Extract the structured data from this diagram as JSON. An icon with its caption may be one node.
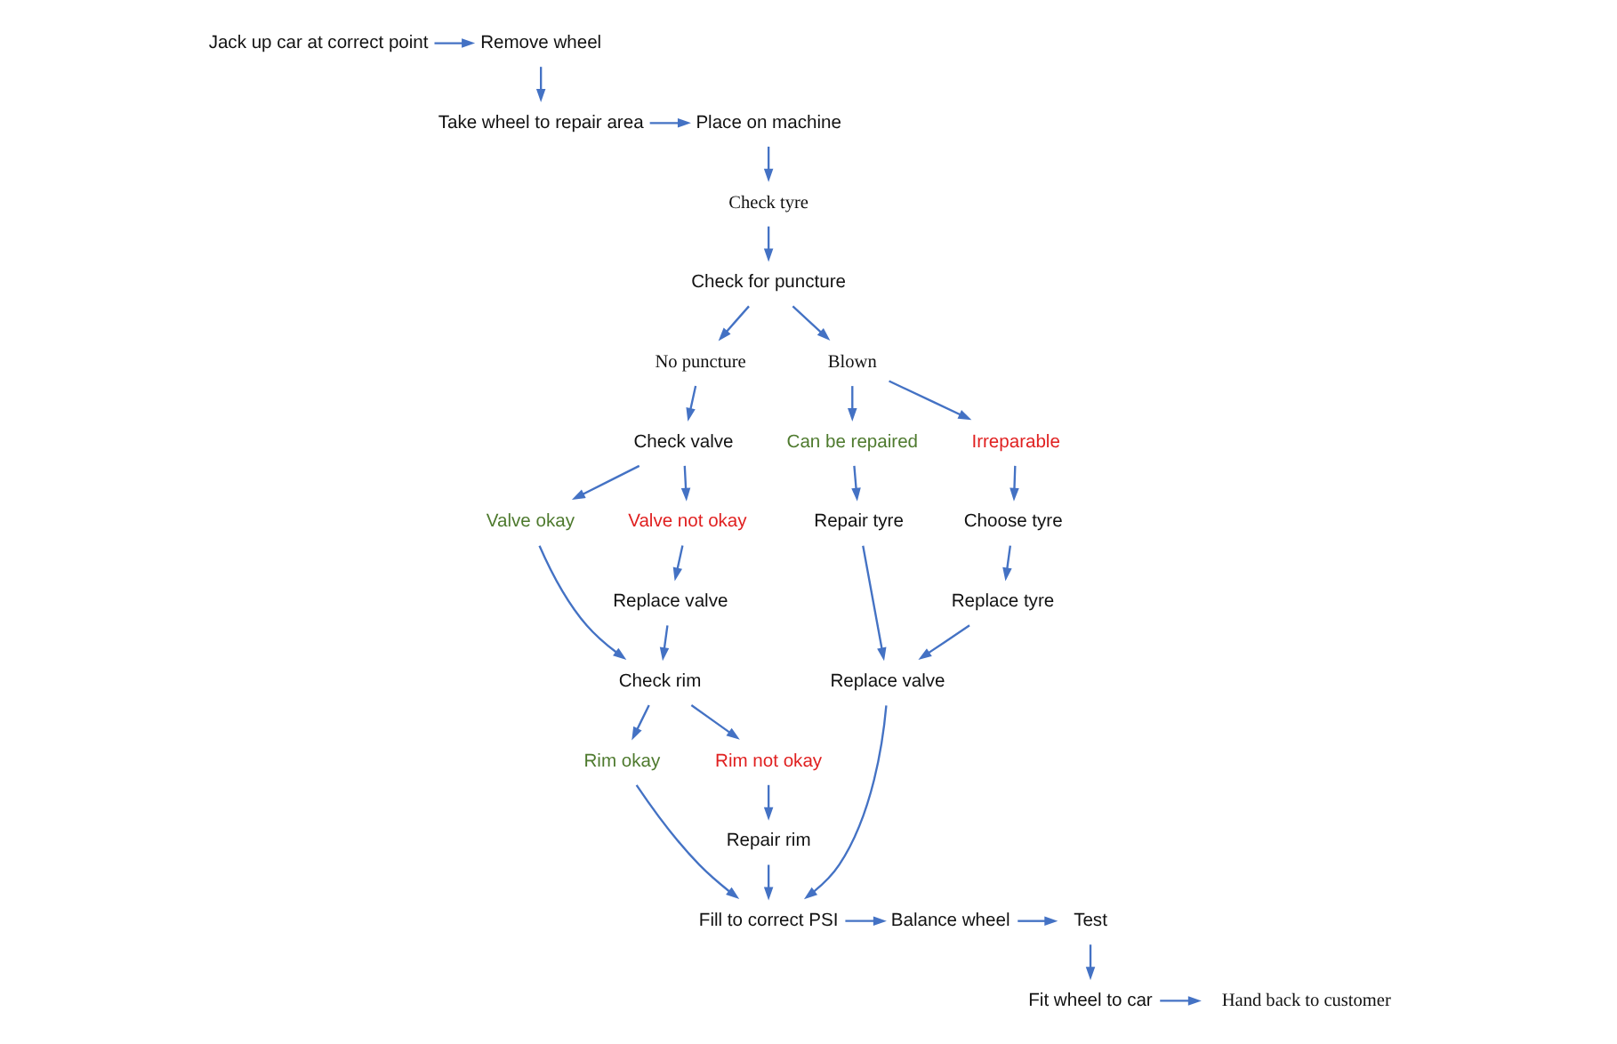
{
  "diagram": {
    "nodes": [
      {
        "text": [
          "Jack up car at correct point"
        ]
      },
      {
        "text": [
          "Remove wheel"
        ]
      },
      {
        "text": [
          "Take wheel to repair area"
        ]
      },
      {
        "text": [
          "Place on machine"
        ]
      },
      {
        "text": [
          "Check tyre"
        ]
      },
      {
        "text": [
          "Check for puncture"
        ]
      },
      {
        "text": [
          "No puncture"
        ]
      },
      {
        "text": [
          "Blown"
        ]
      },
      {
        "text": [
          "Check valve"
        ]
      },
      {
        "text": [
          "Can be repaired"
        ]
      },
      {
        "text": [
          "Irreparable"
        ]
      },
      {
        "text": [
          "Valve okay"
        ]
      },
      {
        "text": [
          "Valve not okay"
        ]
      },
      {
        "text": [
          "Repair tyre"
        ]
      },
      {
        "text": [
          "Choose tyre"
        ]
      },
      {
        "text": [
          "Replace valve"
        ]
      },
      {
        "text": [
          "Replace tyre"
        ]
      },
      {
        "text": [
          "Check rim"
        ]
      },
      {
        "text": [
          "Rim okay"
        ]
      },
      {
        "text": [
          "Rim not okay"
        ]
      },
      {
        "text": [
          "Replace valve"
        ]
      },
      {
        "text": [
          "Repair rim"
        ]
      },
      {
        "text": [
          "Fill to correct PSI"
        ]
      },
      {
        "text": [
          "Balance wheel"
        ]
      },
      {
        "text": [
          "Test"
        ]
      },
      {
        "text": [
          "Fit wheel to car"
        ]
      },
      {
        "text": [
          "Hand back to customer"
        ]
      }
    ],
    "edges": [
      {
        "from": 0,
        "to": 1,
        "arrow": "to"
      },
      {
        "from": 1,
        "to": 2,
        "arrow": "to"
      },
      {
        "from": 2,
        "to": 3,
        "arrow": "to"
      },
      {
        "from": 3,
        "to": 4,
        "arrow": "to"
      },
      {
        "from": 4,
        "to": 5,
        "arrow": "to"
      },
      {
        "from": 5,
        "to": 6,
        "arrow": "to"
      },
      {
        "from": 5,
        "to": 7,
        "arrow": "to"
      },
      {
        "from": 6,
        "to": 8,
        "arrow": "to"
      },
      {
        "from": 7,
        "to": 9,
        "arrow": "to"
      },
      {
        "from": 7,
        "to": 10,
        "arrow": "to"
      },
      {
        "from": 8,
        "to": 11,
        "arrow": "to"
      },
      {
        "from": 8,
        "to": 12,
        "arrow": "to"
      },
      {
        "from": 9,
        "to": 13,
        "arrow": "to"
      },
      {
        "from": 10,
        "to": 14,
        "arrow": "to"
      },
      {
        "from": 11,
        "to": 17,
        "arrow": "to"
      },
      {
        "from": 12,
        "to": 15,
        "arrow": "to"
      },
      {
        "from": 15,
        "to": 17,
        "arrow": "to"
      },
      {
        "from": 17,
        "to": 18,
        "arrow": "to"
      },
      {
        "from": 17,
        "to": 19,
        "arrow": "to"
      },
      {
        "from": 19,
        "to": 21,
        "arrow": "to"
      },
      {
        "from": 14,
        "to": 16,
        "arrow": "to"
      },
      {
        "from": 16,
        "to": 20,
        "arrow": "to"
      },
      {
        "from": 13,
        "to": 20,
        "arrow": "to"
      },
      {
        "from": 18,
        "to": 22,
        "arrow": "to"
      },
      {
        "from": 21,
        "to": 22,
        "arrow": "to"
      },
      {
        "from": 20,
        "to": 22,
        "arrow": "to"
      },
      {
        "from": 22,
        "to": 23,
        "arrow": "to"
      },
      {
        "from": 23,
        "to": 24,
        "arrow": "to"
      },
      {
        "from": 24,
        "to": 25,
        "arrow": "to"
      },
      {
        "from": 25,
        "to": 26,
        "arrow": "to"
      }
    ]
  }
}
